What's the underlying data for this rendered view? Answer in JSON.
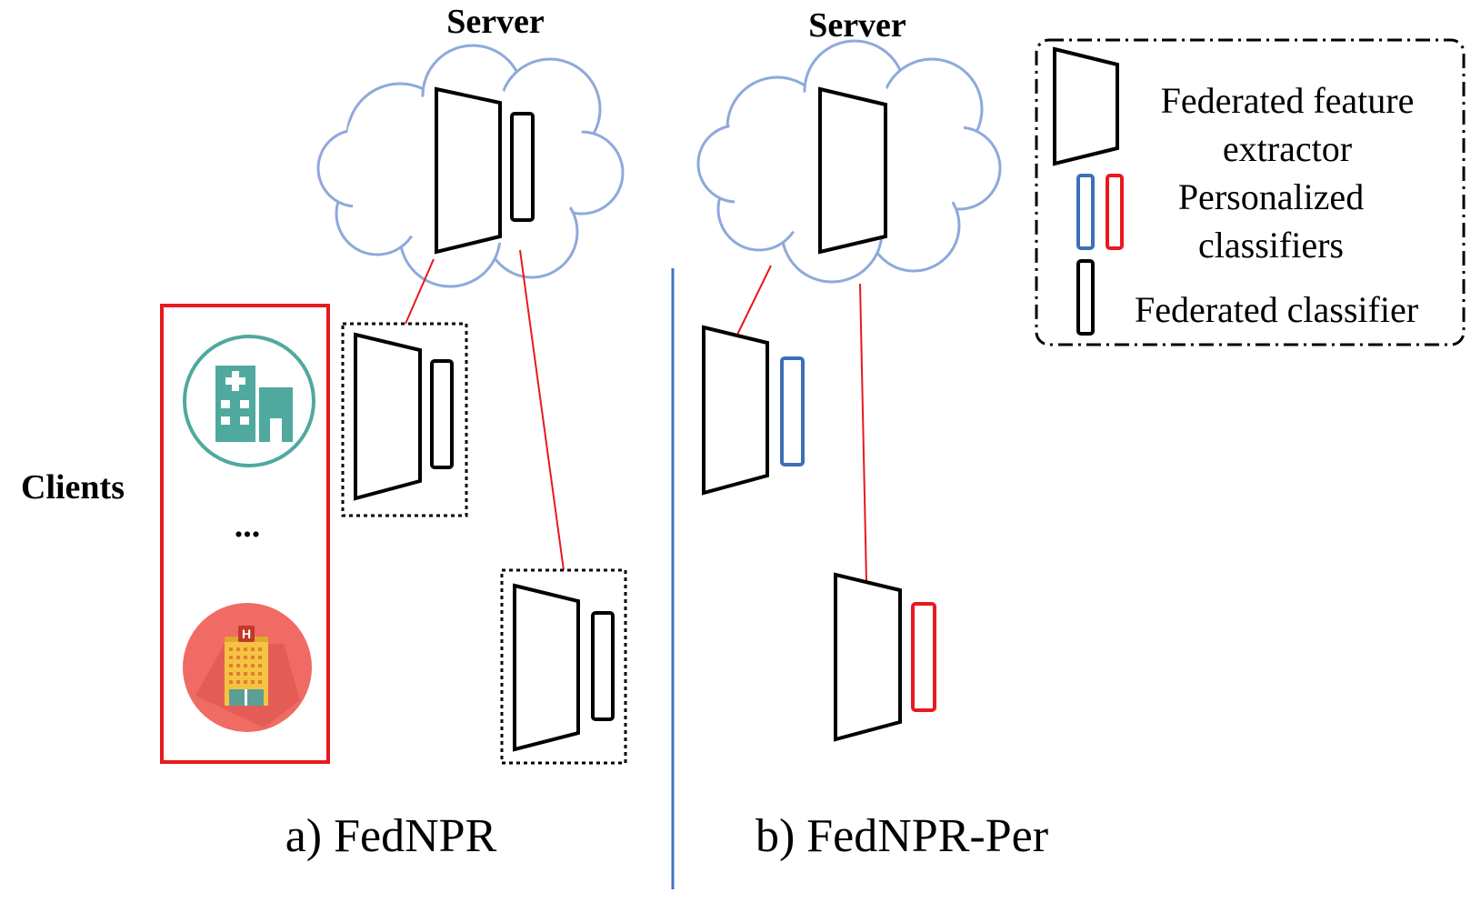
{
  "panels": {
    "a": {
      "server_label": "Server",
      "caption": "a) FedNPR"
    },
    "b": {
      "server_label": "Server",
      "caption": "b) FedNPR-Per"
    }
  },
  "clients": {
    "label": "Clients",
    "ellipsis": "...",
    "hospital_badge": "H"
  },
  "legend": {
    "feature_extractor_line1": "Federated feature",
    "feature_extractor_line2": "extractor",
    "personalized_line1": "Personalized",
    "personalized_line2": "classifiers",
    "federated_classifier": "Federated classifier"
  },
  "colors": {
    "cloud_stroke": "#8ea9db",
    "client_box": "#e8191f",
    "connector": "#e8191f",
    "divider": "#4472c4",
    "personalized_blue": "#3d6fb6",
    "personalized_red": "#e8191f",
    "hospital_teal": "#4fa99f",
    "hospital_coral": "#ef6b63"
  }
}
